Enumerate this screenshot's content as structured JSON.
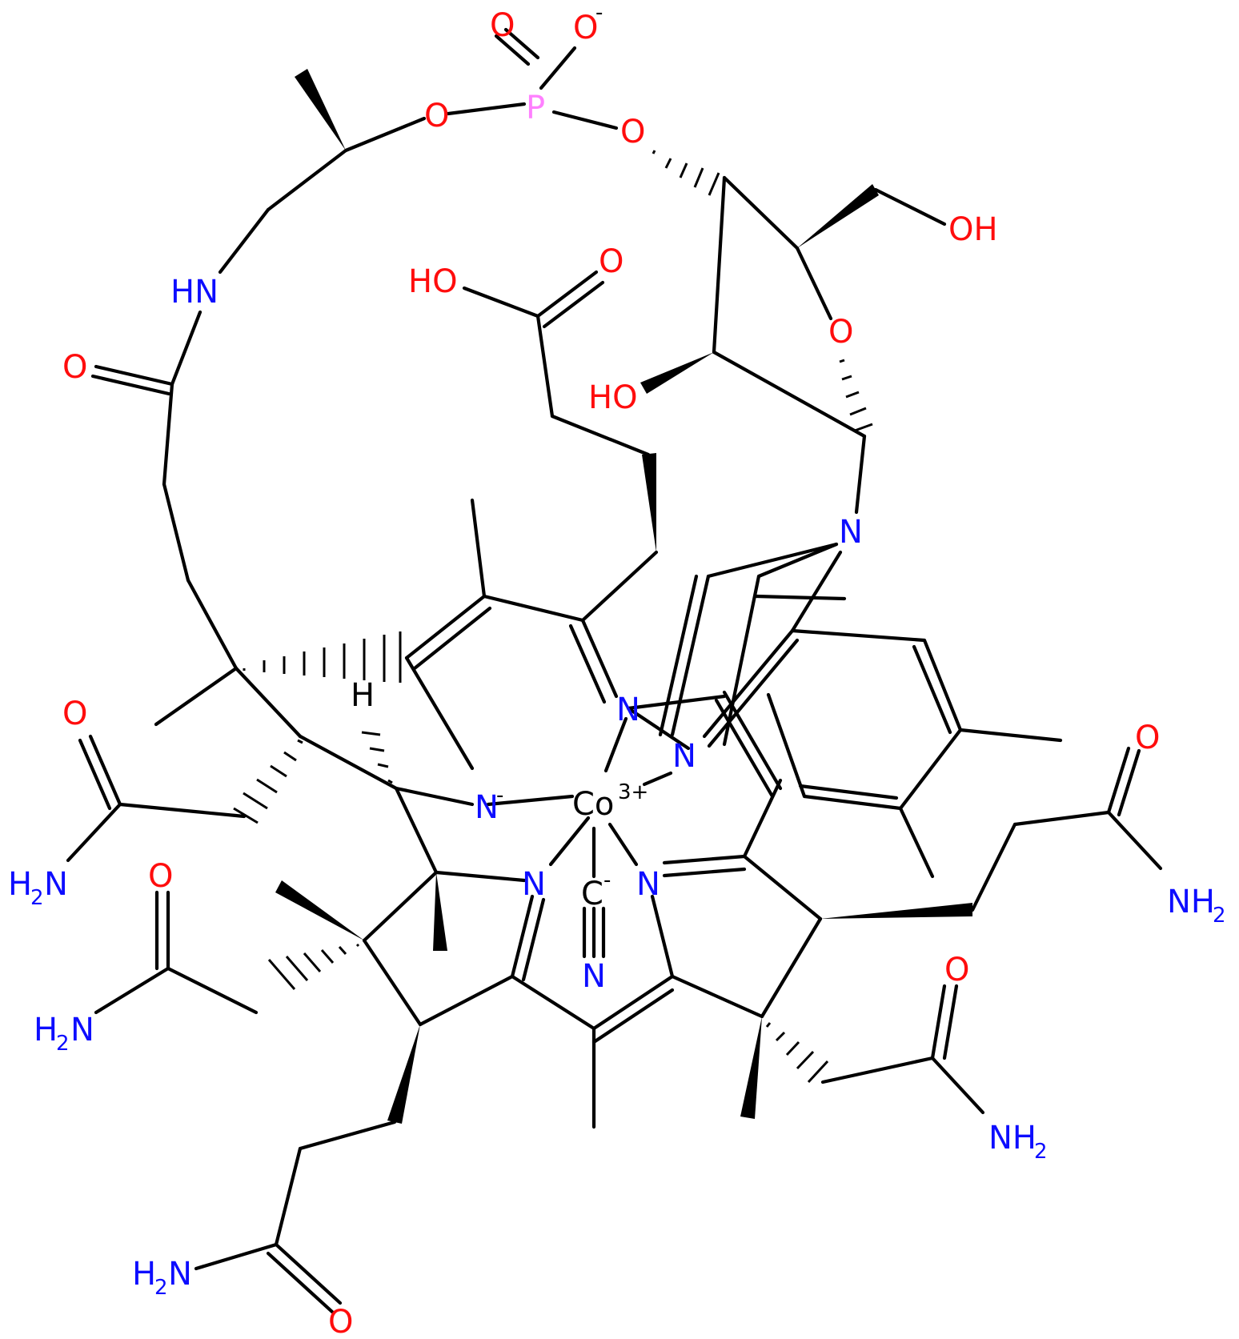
{
  "colors": {
    "carbon": "#000000",
    "oxygen": "#ff0d0d",
    "nitrogen": "#0d0dff",
    "phosphorus": "#ff80ff",
    "cobalt": "#000000"
  },
  "atoms": {
    "o_phos_double": "O",
    "o_phos_minus": "O",
    "o_phos_minus_charge": "-",
    "p": "P",
    "o_ester_left": "O",
    "o_ester_right": "O",
    "oh_right": "OH",
    "oh_acid": "HO",
    "o_acid": "O",
    "o_ring": "O",
    "ho_sugar": "HO",
    "hn": "HN",
    "o_amide_left": "O",
    "n_benz": "N",
    "n_benz2": "N",
    "n_pyr_top": "N",
    "n_minus": "N",
    "n_minus_charge": "-",
    "co": "Co",
    "co_charge": "3+",
    "n_left_low": "N",
    "n_right_low": "N",
    "cn_c": "C",
    "cn_c_charge": "-",
    "cn_n": "N",
    "h_stereo": "H",
    "o_a": "O",
    "nh2_a": "H",
    "nh2_a_sub": "2",
    "nh2_a_n": "N",
    "o_b": "O",
    "nh2_b": "H",
    "nh2_b_sub": "2",
    "nh2_b_n": "N",
    "o_c": "O",
    "nh2_c": "NH",
    "nh2_c_sub": "2",
    "o_d": "O",
    "nh2_d": "NH",
    "nh2_d_sub": "2",
    "o_e": "O",
    "nh2_e": "H",
    "nh2_e_sub": "2",
    "nh2_e_n": "N"
  }
}
